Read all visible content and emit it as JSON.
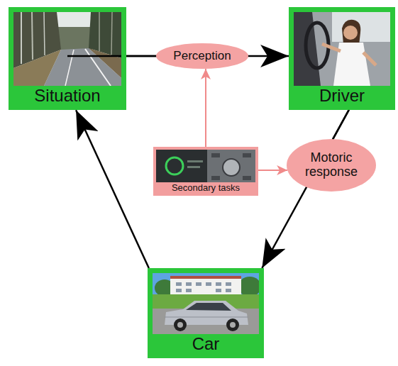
{
  "diagram": {
    "nodes": [
      {
        "text": [
          "Situation"
        ]
      },
      {
        "text": [
          "Perception"
        ]
      },
      {
        "text": [
          "Driver"
        ]
      },
      {
        "text": [
          "Secondary tasks"
        ]
      },
      {
        "text": [
          "Motoric response"
        ]
      },
      {
        "text": [
          "Car"
        ]
      }
    ],
    "edges": [
      {
        "from": 0,
        "to": 1,
        "arrow": "none"
      },
      {
        "from": 1,
        "to": 2,
        "arrow": "to"
      },
      {
        "from": 2,
        "to": 4,
        "arrow": "none"
      },
      {
        "from": 4,
        "to": 5,
        "arrow": "to"
      },
      {
        "from": 5,
        "to": 0,
        "arrow": "to"
      },
      {
        "from": 3,
        "to": 1,
        "arrow": "to"
      },
      {
        "from": 3,
        "to": 4,
        "arrow": "to"
      }
    ]
  }
}
